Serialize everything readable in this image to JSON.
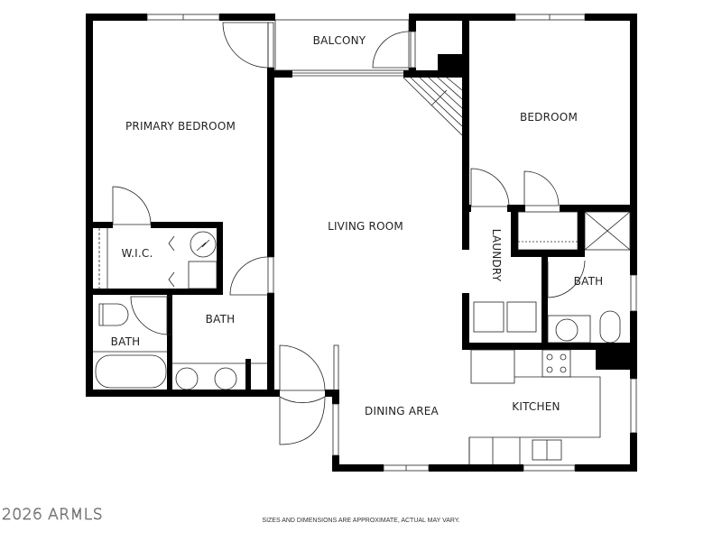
{
  "floorplan": {
    "rooms": {
      "primary_bedroom": "PRIMARY BEDROOM",
      "balcony": "BALCONY",
      "bedroom": "BEDROOM",
      "living_room": "LIVING ROOM",
      "wic": "W.I.C.",
      "primary_bath": "BATH",
      "bath_left": "BATH",
      "laundry": "LAUNDRY",
      "bath_right": "BATH",
      "dining_area": "DINING AREA",
      "kitchen": "KITCHEN"
    },
    "colors": {
      "wall": "#000000",
      "line": "#222222",
      "background": "#ffffff"
    }
  },
  "footer": {
    "watermark": "2026 ARMLS",
    "disclaimer": "SIZES AND DIMENSIONS ARE APPROXIMATE, ACTUAL MAY VARY."
  }
}
